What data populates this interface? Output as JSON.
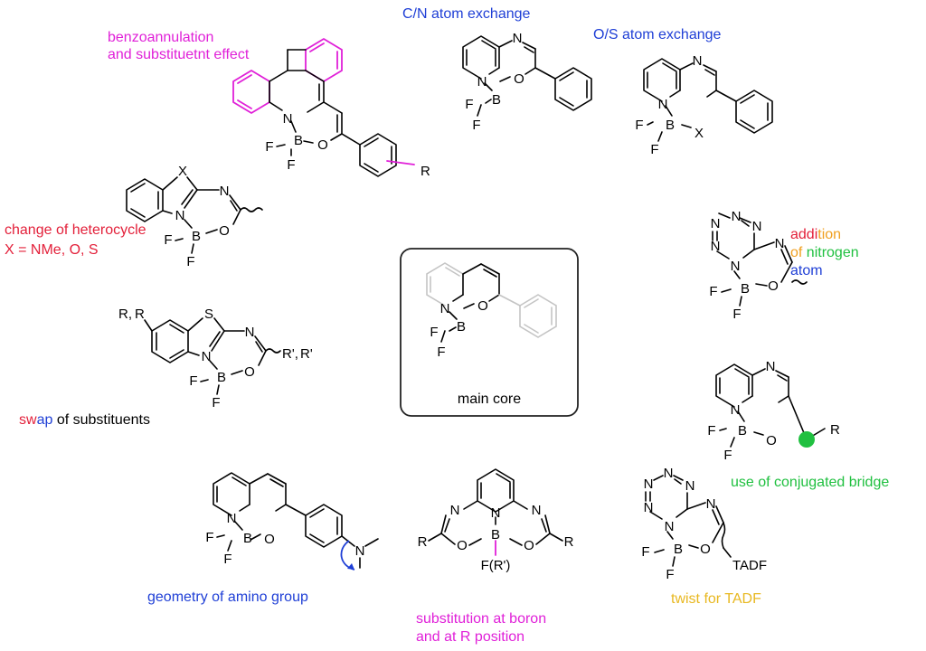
{
  "colors": {
    "magenta": "#e020d8",
    "blue": "#1f3fd6",
    "red": "#e3203a",
    "green": "#20c040",
    "orange": "#f0a020",
    "yellow": "#e8b820",
    "gray": "#c4c4c4",
    "black": "#000000"
  },
  "labels": {
    "benzo_line1": "benzoannulation",
    "benzo_line2": "and substituetnt effect",
    "cn_exchange": "C/N atom exchange",
    "os_exchange": "O/S atom exchange",
    "hetero_line1": "change of heterocycle",
    "hetero_line2": "X = NMe, O, S",
    "nitro_part1": "addi",
    "nitro_part2": "tion",
    "nitro_part3": "of ",
    "nitro_part4": "nitrogen",
    "nitro_part5": "atom",
    "main_core": "main core",
    "swap_s": "s",
    "swap_w": "w",
    "swap_a": "a",
    "swap_p": "p",
    "swap_rest": " of substituents",
    "bridge": "use of conjugated bridge",
    "amino": "geometry of amino group",
    "boron_line1": "substitution at boron",
    "boron_line2": "and at R position",
    "tadf": "twist for TADF"
  },
  "atoms": {
    "N": "N",
    "B": "B",
    "F": "F",
    "O": "O",
    "S": "S",
    "X": "X",
    "R": "R",
    "R_comma": "R,",
    "R_prime_comma": "R',",
    "R_prime": "R'",
    "F_R_prime": "F(R')",
    "TADF": "TADF"
  }
}
